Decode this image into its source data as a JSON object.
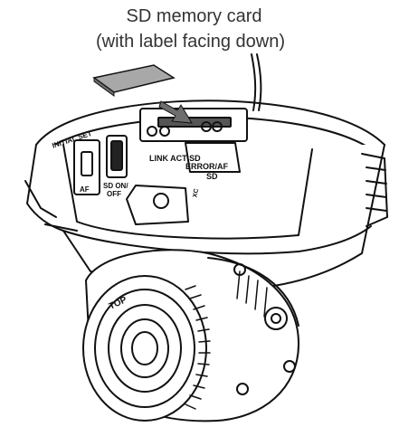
{
  "callout": {
    "line1": "SD memory card",
    "line2": "(with label facing down)"
  },
  "labels": {
    "initial_set": "INITIAL SET",
    "af": "AF",
    "sd_on": "SD ON/",
    "off": "OFF",
    "link_act_sd": "LINK ACT SD",
    "error_af": "ERROR/AF",
    "sd": "SD",
    "xc": "XC",
    "top": "TOP"
  },
  "colors": {
    "ink": "#111111",
    "card_fill": "#a8a8a8",
    "arrow_fill": "#6e6e6e",
    "text": "#333333"
  },
  "icons": [
    "sd-memory-card",
    "insert-arrow-icon",
    "camera-body",
    "lens-assembly",
    "screw-icon"
  ]
}
